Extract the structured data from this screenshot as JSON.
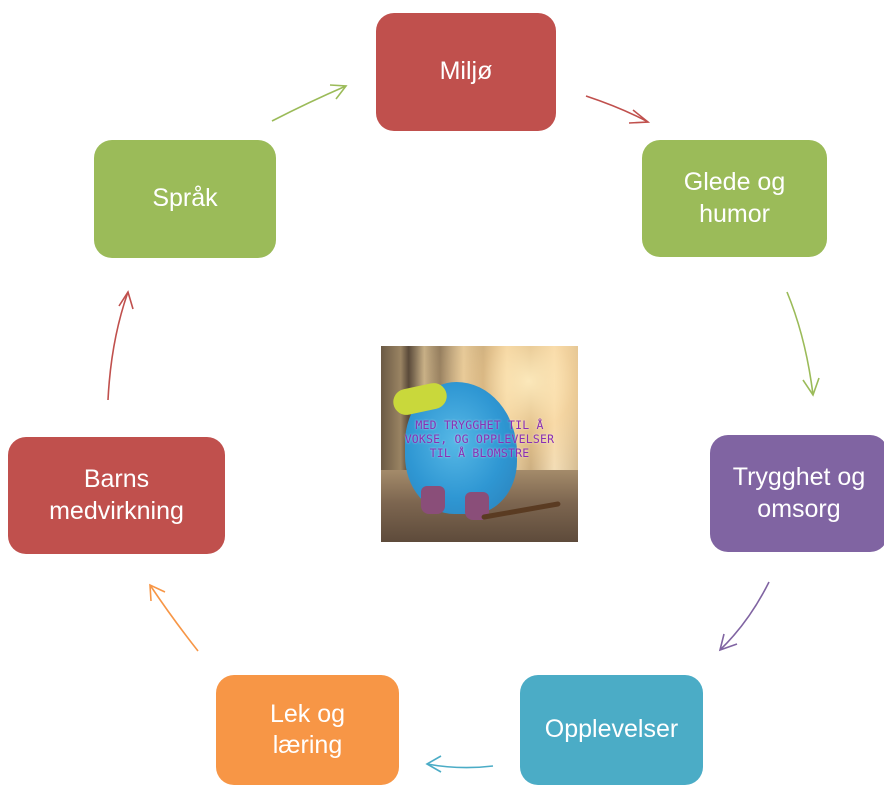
{
  "nodes": {
    "miljo": {
      "label": "Miljø",
      "color": "#c0504d"
    },
    "glede": {
      "label": "Glede og\nhumor",
      "color": "#9bbb59"
    },
    "trygghet": {
      "label": "Trygghet og\nomsorg",
      "color": "#8064a2"
    },
    "opplev": {
      "label": "Opplevelser",
      "color": "#4bacc6"
    },
    "lek": {
      "label": "Lek og\nlæring",
      "color": "#f79646"
    },
    "barns": {
      "label": "Barns\nmedvirkning",
      "color": "#c0504d"
    },
    "sprak": {
      "label": "Språk",
      "color": "#9bbb59"
    }
  },
  "center_image": {
    "text_lines": [
      "MED TRYGGHET TIL Å",
      "VOKSE, OG OPPLEVELSER",
      "TIL Å BLOMSTRE"
    ]
  },
  "arrow_colors": {
    "miljo_to_glede": "#c0504d",
    "glede_to_trygghet": "#9bbb59",
    "trygghet_to_opplev": "#8064a2",
    "opplev_to_lek": "#4bacc6",
    "lek_to_barns": "#f79646",
    "barns_to_sprak": "#c0504d",
    "sprak_to_miljo": "#9bbb59"
  }
}
